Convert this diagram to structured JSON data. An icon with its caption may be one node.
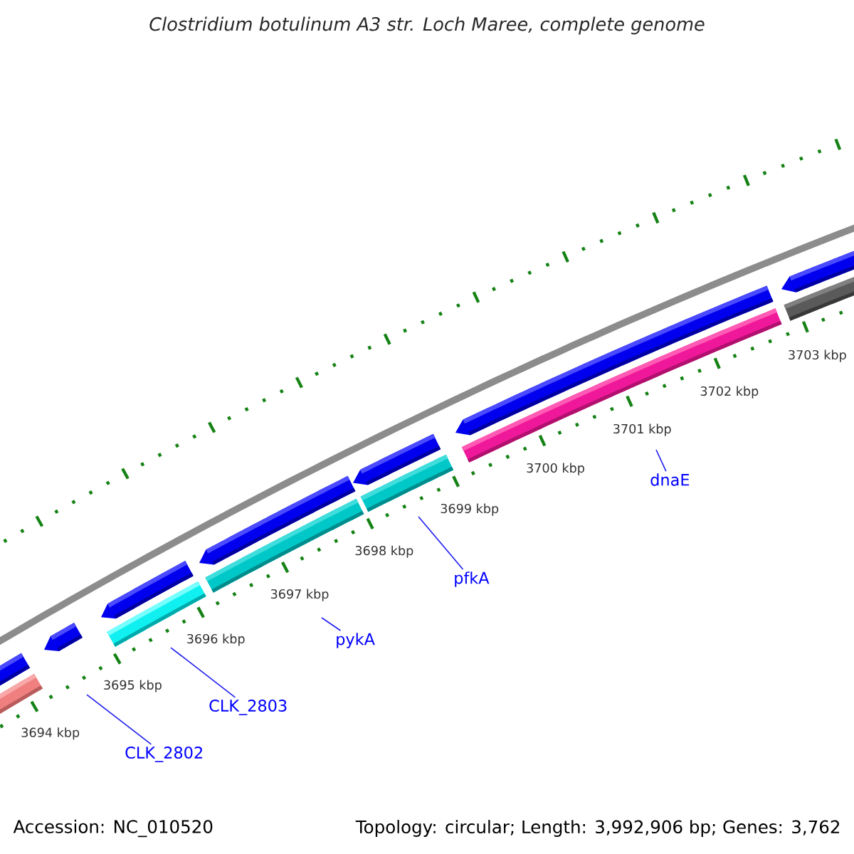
{
  "diagram": {
    "title": "Clostridium botulinum A3 str. Loch Maree, complete genome",
    "nodes": [
      {
        "text": [
          "CLK_2802"
        ]
      },
      {
        "text": [
          "CLK_2803"
        ]
      },
      {
        "text": [
          "pykA"
        ]
      },
      {
        "text": [
          "pfkA"
        ]
      },
      {
        "text": [
          "dnaE"
        ]
      }
    ],
    "edges": [
      {
        "from": 0,
        "to": null,
        "arrow": "none"
      },
      {
        "from": 1,
        "to": null,
        "arrow": "none"
      },
      {
        "from": 2,
        "to": null,
        "arrow": "none"
      },
      {
        "from": 3,
        "to": null,
        "arrow": "none"
      },
      {
        "from": 4,
        "to": null,
        "arrow": "none"
      }
    ],
    "labels": [
      "3694 kbp",
      "3695 kbp",
      "3696 kbp",
      "3697 kbp",
      "3698 kbp",
      "3699 kbp",
      "3700 kbp",
      "3701 kbp",
      "3702 kbp",
      "3703 kbp",
      "Accession: NC_010520",
      "Topology: circular; Length: 3,992,906 bp; Genes: 3,762"
    ]
  }
}
